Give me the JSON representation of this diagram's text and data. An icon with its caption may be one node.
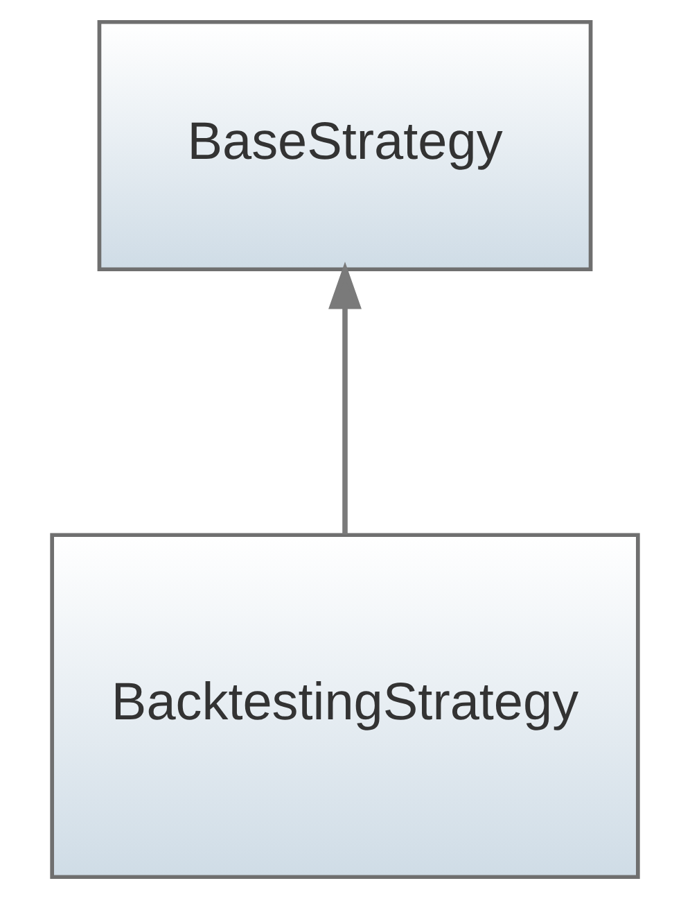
{
  "diagram": {
    "nodes": [
      {
        "text": [
          "BaseStrategy"
        ]
      },
      {
        "text": [
          "BacktestingStrategy"
        ]
      }
    ],
    "edges": [
      {
        "from": 1,
        "to": 0,
        "arrow": "to"
      }
    ]
  }
}
